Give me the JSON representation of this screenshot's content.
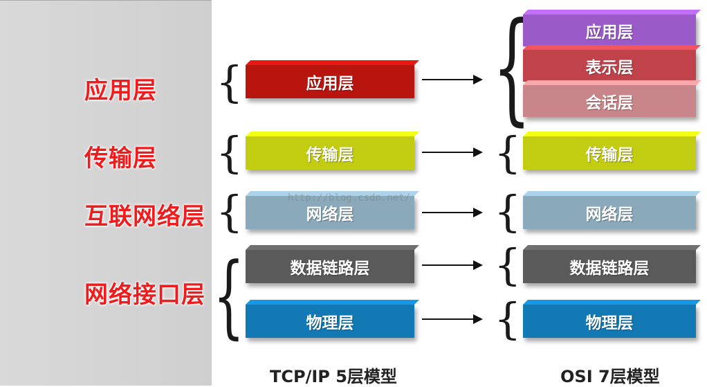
{
  "left_labels": [
    "应用层",
    "传输层",
    "互联网络层",
    "网络接口层"
  ],
  "tcpip": {
    "caption": "TCP/IP 5层模型",
    "layers": [
      "应用层",
      "传输层",
      "网络层",
      "数据链路层",
      "物理层"
    ]
  },
  "osi": {
    "caption": "OSI 7层模型",
    "layers": [
      "应用层",
      "表示层",
      "会话层",
      "传输层",
      "网络层",
      "数据链路层",
      "物理层"
    ]
  },
  "watermark": "http://blog.csdn.net/",
  "colors": {
    "application": "#b8150f",
    "presentation": "#c0434b",
    "session": "#c9868a",
    "osi_application": "#9a5ac8",
    "transport": "#c2cd12",
    "network": "#8aa9bb",
    "datalink": "#5a5a5a",
    "physical": "#1379b5",
    "label_red": "#ee1c1c"
  }
}
